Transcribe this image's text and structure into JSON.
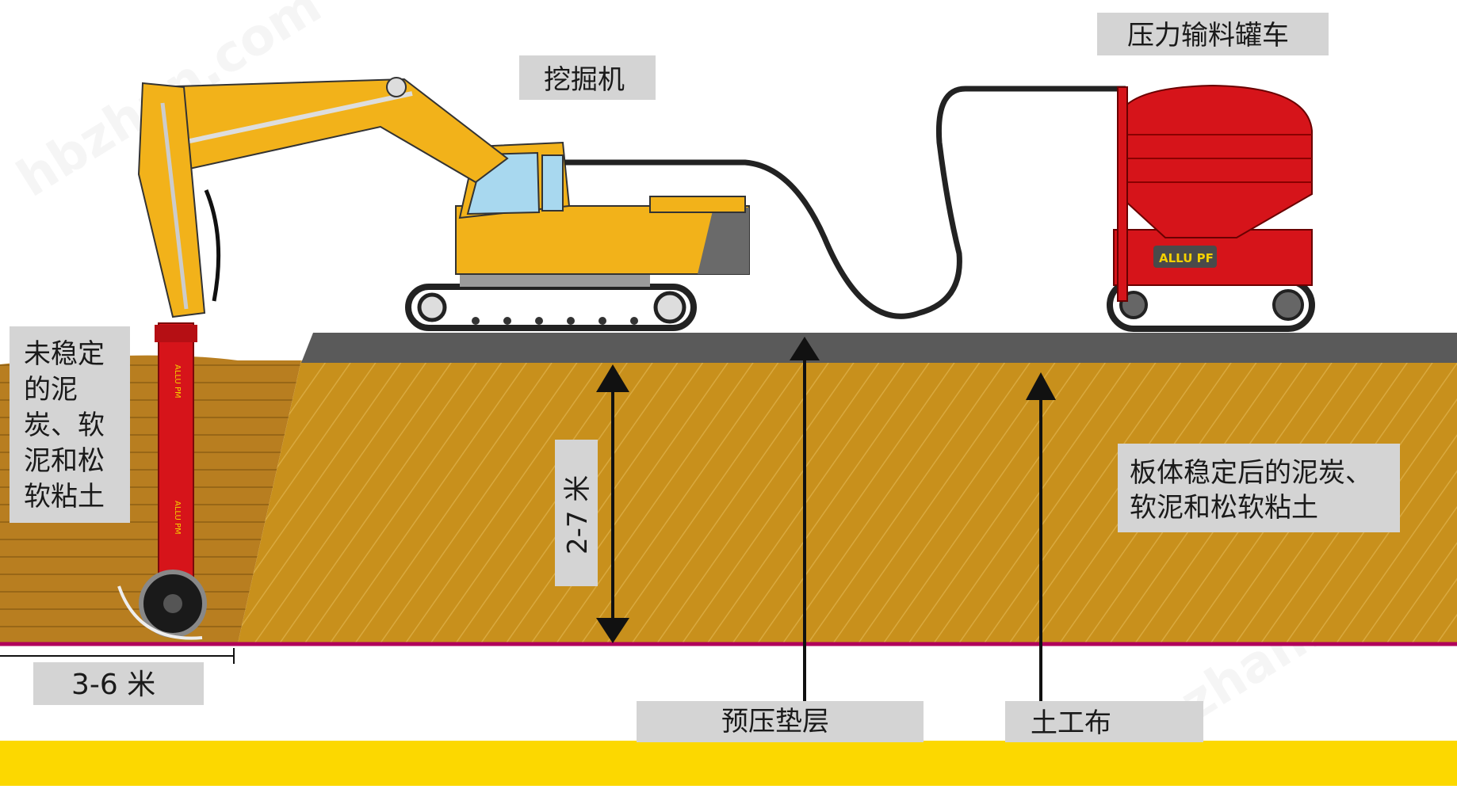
{
  "labels": {
    "excavator": "挖掘机",
    "pressure_feeder": "压力输料罐车",
    "unstabilized": [
      "未稳定",
      "的泥",
      "炭、软",
      "泥和松",
      "软粘土"
    ],
    "depth": "2-7 米",
    "width": "3-6 米",
    "stabilized": [
      "板体稳定后的泥炭、",
      "软泥和松软粘土"
    ],
    "preload_layer": "预压垫层",
    "geotextile": "土工布"
  },
  "equipment_text": {
    "feeder_brand": "ALLU PF",
    "mixer_brand_1": "ALLU PM",
    "mixer_brand_2": "ALLU PM"
  },
  "watermark": "hbzhan.com",
  "colors": {
    "soil": "#c8901c",
    "soil_hatch": "#d9a93f",
    "preload": "#5a5a5a",
    "geotextile": "#b0005a",
    "label_bg": "#d4d4d4",
    "excavator": "#f2b21a",
    "feeder": "#d6141a",
    "bottom_band": "#fcd800"
  }
}
